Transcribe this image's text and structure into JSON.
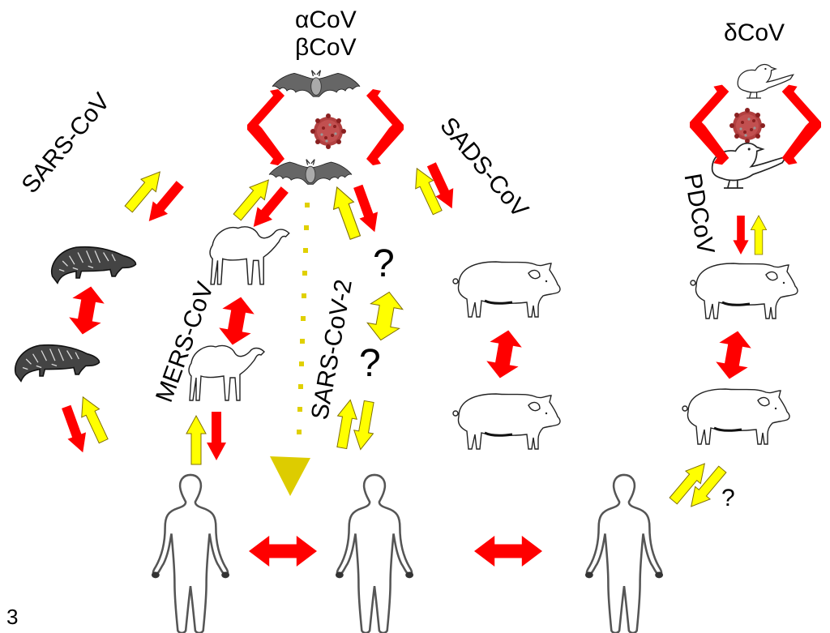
{
  "figure": {
    "panel_number": "3",
    "colors": {
      "red_arrow": "#ff0000",
      "yellow_arrow": "#ffff00",
      "yellow_outline": "#807000",
      "dotted_line": "#e0d000",
      "big_triangle": "#ddcc00",
      "virus": "#b03030",
      "human_outline": "#555555"
    }
  },
  "labels": {
    "alpha_cov": "αCoV",
    "beta_cov": "βCoV",
    "delta_cov": "δCoV",
    "sars_cov": "SARS-CoV",
    "mers_cov": "MERS-CoV",
    "sars_cov_2": "SARS-CoV-2",
    "sads_cov": "SADS-CoV",
    "pdcov": "PDCoV",
    "question": "?"
  },
  "nodes": [
    {
      "id": "bat-top",
      "icon": "bat-icon"
    },
    {
      "id": "bat-bottom",
      "icon": "bat-icon"
    },
    {
      "id": "virus-bat",
      "icon": "coronavirus-icon"
    },
    {
      "id": "bird-top",
      "icon": "bird-icon"
    },
    {
      "id": "bird-bottom",
      "icon": "bird-icon"
    },
    {
      "id": "virus-bird",
      "icon": "coronavirus-icon"
    },
    {
      "id": "civet-1",
      "icon": "civet-icon"
    },
    {
      "id": "civet-2",
      "icon": "civet-icon"
    },
    {
      "id": "camel-1",
      "icon": "camel-icon"
    },
    {
      "id": "camel-2",
      "icon": "camel-icon"
    },
    {
      "id": "pig-sads-1",
      "icon": "pig-icon"
    },
    {
      "id": "pig-sads-2",
      "icon": "pig-icon"
    },
    {
      "id": "pig-pd-1",
      "icon": "pig-icon"
    },
    {
      "id": "pig-pd-2",
      "icon": "pig-icon"
    },
    {
      "id": "human-1",
      "icon": "human-icon"
    },
    {
      "id": "human-2",
      "icon": "human-icon"
    },
    {
      "id": "human-3",
      "icon": "human-icon"
    }
  ]
}
